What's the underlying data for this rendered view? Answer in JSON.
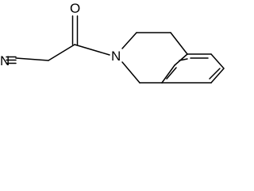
{
  "structure": {
    "atoms": {
      "oxygen": "O",
      "ring_nitrogen": "N",
      "nitrile_nitrogen": "N"
    },
    "bond_color": "#000000",
    "background": "#ffffff"
  }
}
